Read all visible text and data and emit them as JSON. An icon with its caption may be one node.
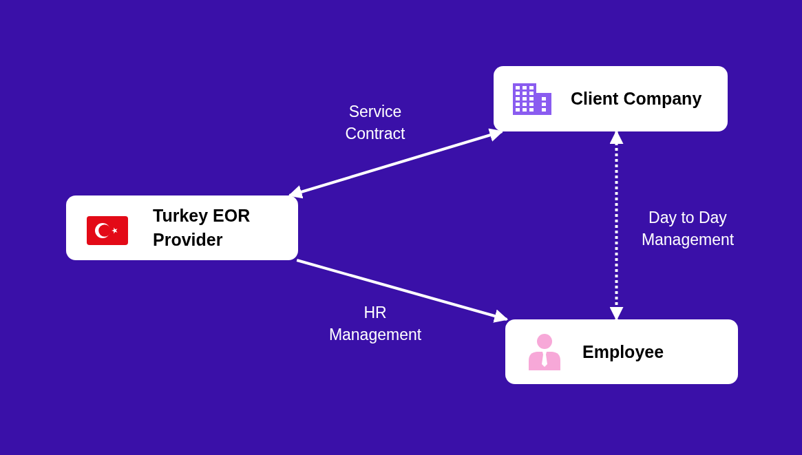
{
  "diagram": {
    "nodes": [
      {
        "text": [
          "Client Company"
        ]
      },
      {
        "text": [
          "Turkey EOR Provider"
        ]
      },
      {
        "text": [
          "Employee"
        ]
      }
    ],
    "edges": [
      {
        "from": 1,
        "to": 0,
        "arrow": "both",
        "label": "Service Contract"
      },
      {
        "from": 1,
        "to": 2,
        "arrow": "to",
        "label": "HR Management"
      },
      {
        "from": 0,
        "to": 2,
        "arrow": "both",
        "label": "Day to Day Management",
        "style": "dashed"
      }
    ]
  }
}
